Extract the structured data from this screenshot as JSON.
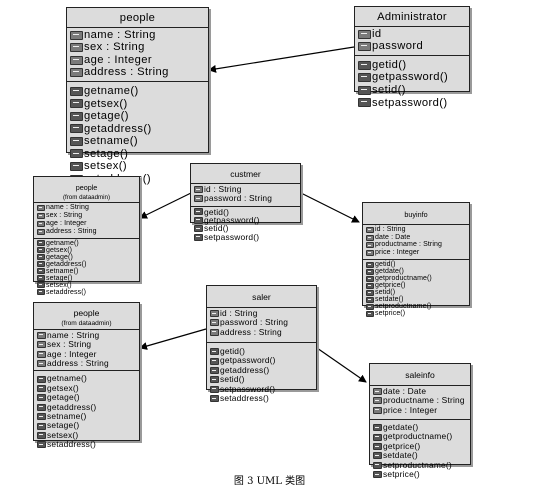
{
  "classes": [
    {
      "key": "people1",
      "name": "people",
      "subtitle": "",
      "attributes": [
        "name : String",
        "sex : String",
        "age : Integer",
        "address : String"
      ],
      "operations": [
        "getname()",
        "getsex()",
        "getage()",
        "getaddress()",
        "setname()",
        "setage()",
        "setsex()",
        "setaddress()"
      ]
    },
    {
      "key": "administrator",
      "name": "Administrator",
      "subtitle": "",
      "attributes": [
        "id",
        "password"
      ],
      "operations": [
        "getid()",
        "getpassword()",
        "setid()",
        "setpassword()"
      ]
    },
    {
      "key": "custmer",
      "name": "custmer",
      "subtitle": "",
      "attributes": [
        "id : String",
        "password : String"
      ],
      "operations": [
        "getid()",
        "getpassword()",
        "setid()",
        "setpassword()"
      ]
    },
    {
      "key": "people2",
      "name": "people",
      "subtitle": "(from dataadmin)",
      "attributes": [
        "name : String",
        "sex : String",
        "age : Integer",
        "address : String"
      ],
      "operations": [
        "getname()",
        "getsex()",
        "getage()",
        "getaddress()",
        "setname()",
        "setage()",
        "setsex()",
        "setaddress()"
      ]
    },
    {
      "key": "buyinfo",
      "name": "buyinfo",
      "subtitle": "",
      "attributes": [
        "id : String",
        "date : Date",
        "productname : String",
        "price : Integer"
      ],
      "operations": [
        "getid()",
        "getdate()",
        "getproductname()",
        "getprice()",
        "setid()",
        "setdate()",
        "setproductname()",
        "setprice()"
      ]
    },
    {
      "key": "saler",
      "name": "saler",
      "subtitle": "",
      "attributes": [
        "id : String",
        "password : String",
        "address : String"
      ],
      "operations": [
        "getid()",
        "getpassword()",
        "getaddress()",
        "setid()",
        "setpassword()",
        "setaddress()"
      ]
    },
    {
      "key": "people3",
      "name": "people",
      "subtitle": "(from dataadmin)",
      "attributes": [
        "name : String",
        "sex : String",
        "age : Integer",
        "address : String"
      ],
      "operations": [
        "getname()",
        "getsex()",
        "getage()",
        "getaddress()",
        "setname()",
        "setage()",
        "setsex()",
        "setaddress()"
      ]
    },
    {
      "key": "saleinfo",
      "name": "saleinfo",
      "subtitle": "",
      "attributes": [
        "date : Date",
        "productname : String",
        "price : Integer"
      ],
      "operations": [
        "getdate()",
        "getproductname()",
        "getprice()",
        "setdate()",
        "setproductname()",
        "setprice()"
      ]
    }
  ],
  "relations": [
    {
      "from": "administrator",
      "to": "people1"
    },
    {
      "from": "custmer",
      "to": "people2"
    },
    {
      "from": "custmer",
      "to": "buyinfo"
    },
    {
      "from": "saler",
      "to": "people3"
    },
    {
      "from": "saler",
      "to": "saleinfo"
    }
  ],
  "icons": {
    "attribute": "attribute-icon",
    "operation": "operation-icon"
  },
  "caption": "图 3    UML 类图"
}
